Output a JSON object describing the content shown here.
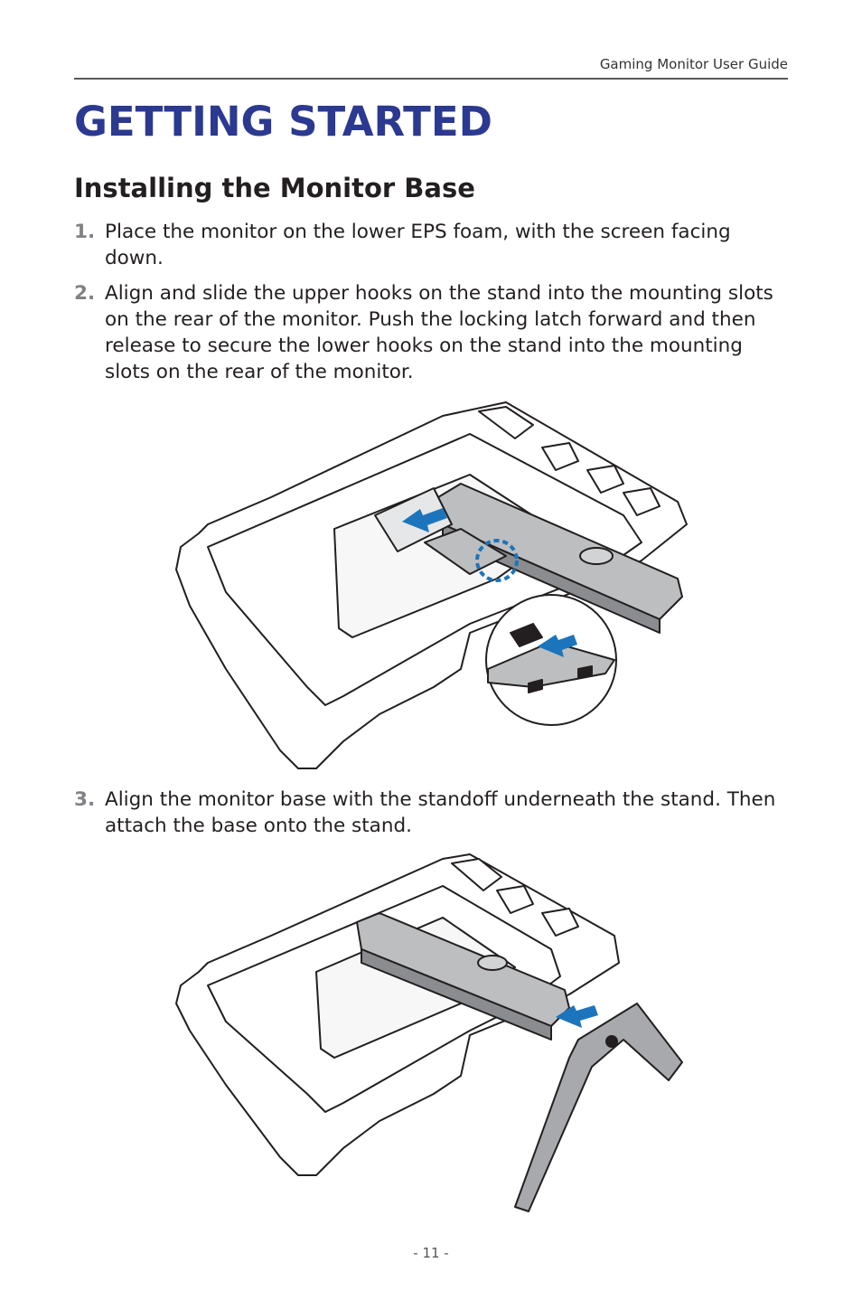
{
  "header": {
    "title": "Gaming Monitor User Guide"
  },
  "chapter_title": "GETTING STARTED",
  "section_title": "Installing the Monitor Base",
  "steps": [
    {
      "number": "1.",
      "text": "Place the monitor on the lower EPS foam, with the screen facing down."
    },
    {
      "number": "2.",
      "text": "Align and slide the upper hooks on the stand into the mounting slots on the rear of the monitor. Push the locking latch forward and then release to secure the lower hooks on the stand into the mounting slots on the rear of the monitor."
    },
    {
      "number": "3.",
      "text": "Align the monitor base with the standoff underneath the stand. Then attach the base onto the stand."
    }
  ],
  "footer": {
    "page_number": "- 11 -"
  },
  "colors": {
    "accent": "#2b3990",
    "arrow": "#1c75bc",
    "stand": "#a7a9ac"
  }
}
